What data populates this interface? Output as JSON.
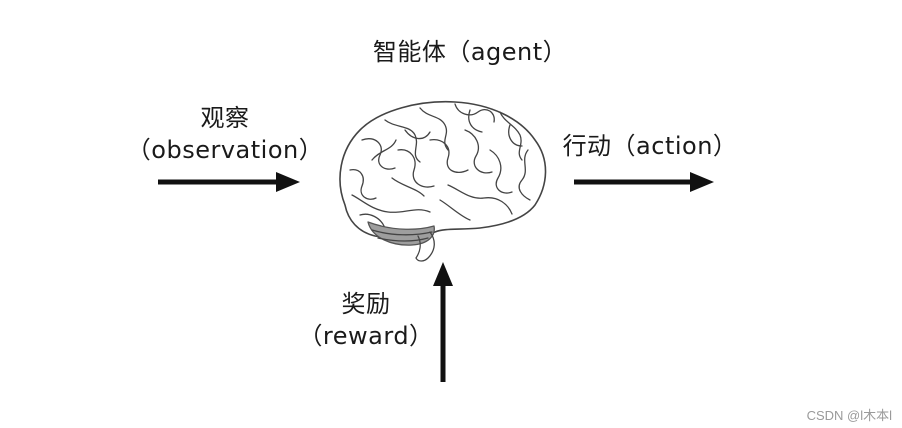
{
  "agent": {
    "line1": "智能体（agent）"
  },
  "observation": {
    "line1": "观察",
    "line2": "（observation）"
  },
  "action": {
    "line1": "行动（action）"
  },
  "reward": {
    "line1": "奖励",
    "line2": "（reward）"
  },
  "watermark": "CSDN @l木本l",
  "colors": {
    "arrow": "#111111",
    "text": "#1a1a1a",
    "brain_stroke": "#444444",
    "cerebellum": "#9e9e9e"
  },
  "icons": {
    "center": "brain-icon"
  }
}
